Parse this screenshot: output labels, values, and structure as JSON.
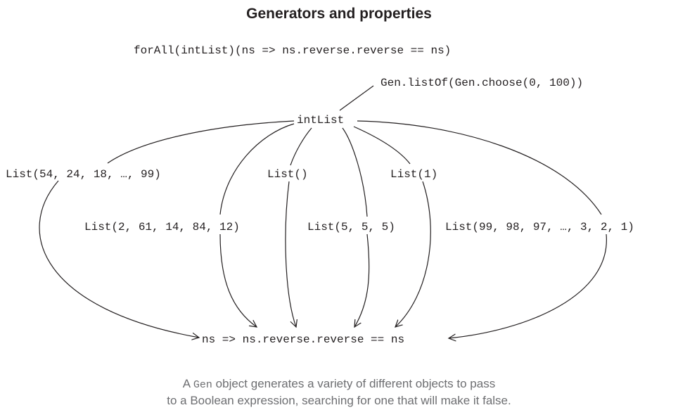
{
  "title": "Generators and properties",
  "property_expression": "forAll(intList)(ns => ns.reverse.reverse == ns)",
  "generator_definition": "Gen.listOf(Gen.choose(0, 100))",
  "generator_name": "intList",
  "samples": [
    "List(54, 24, 18, …, 99)",
    "List(2, 61, 14, 84, 12)",
    "List()",
    "List(5, 5, 5)",
    "List(1)",
    "List(99, 98, 97, …, 3, 2, 1)"
  ],
  "target_predicate": "ns => ns.reverse.reverse == ns",
  "caption": {
    "prefix": "A ",
    "code": "Gen",
    "line1_rest": " object generates a variety of different objects to pass",
    "line2": "to a Boolean expression, searching for one that will make it false."
  }
}
